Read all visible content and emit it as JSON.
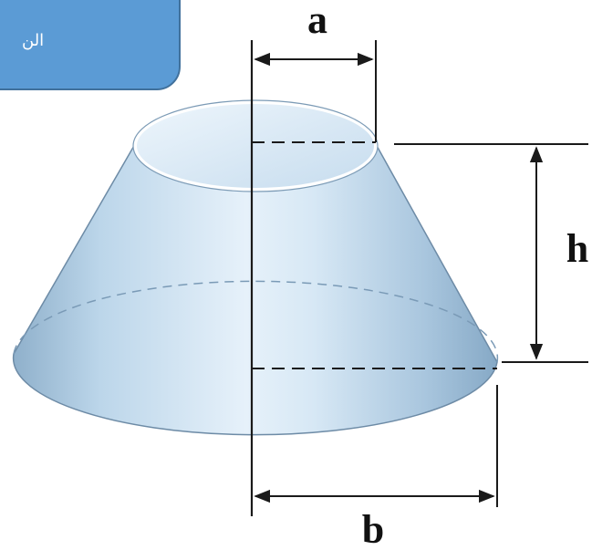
{
  "badge": {
    "text": "الن"
  },
  "labels": {
    "a": "a",
    "b": "b",
    "h": "h"
  },
  "colors": {
    "badge_fill": "#5b9bd5",
    "badge_border": "#41719c",
    "frustum_light": "#e6f1fa",
    "frustum_mid": "#bcd6ea",
    "frustum_dark": "#86a9c6",
    "line": "#1a1a1a"
  }
}
